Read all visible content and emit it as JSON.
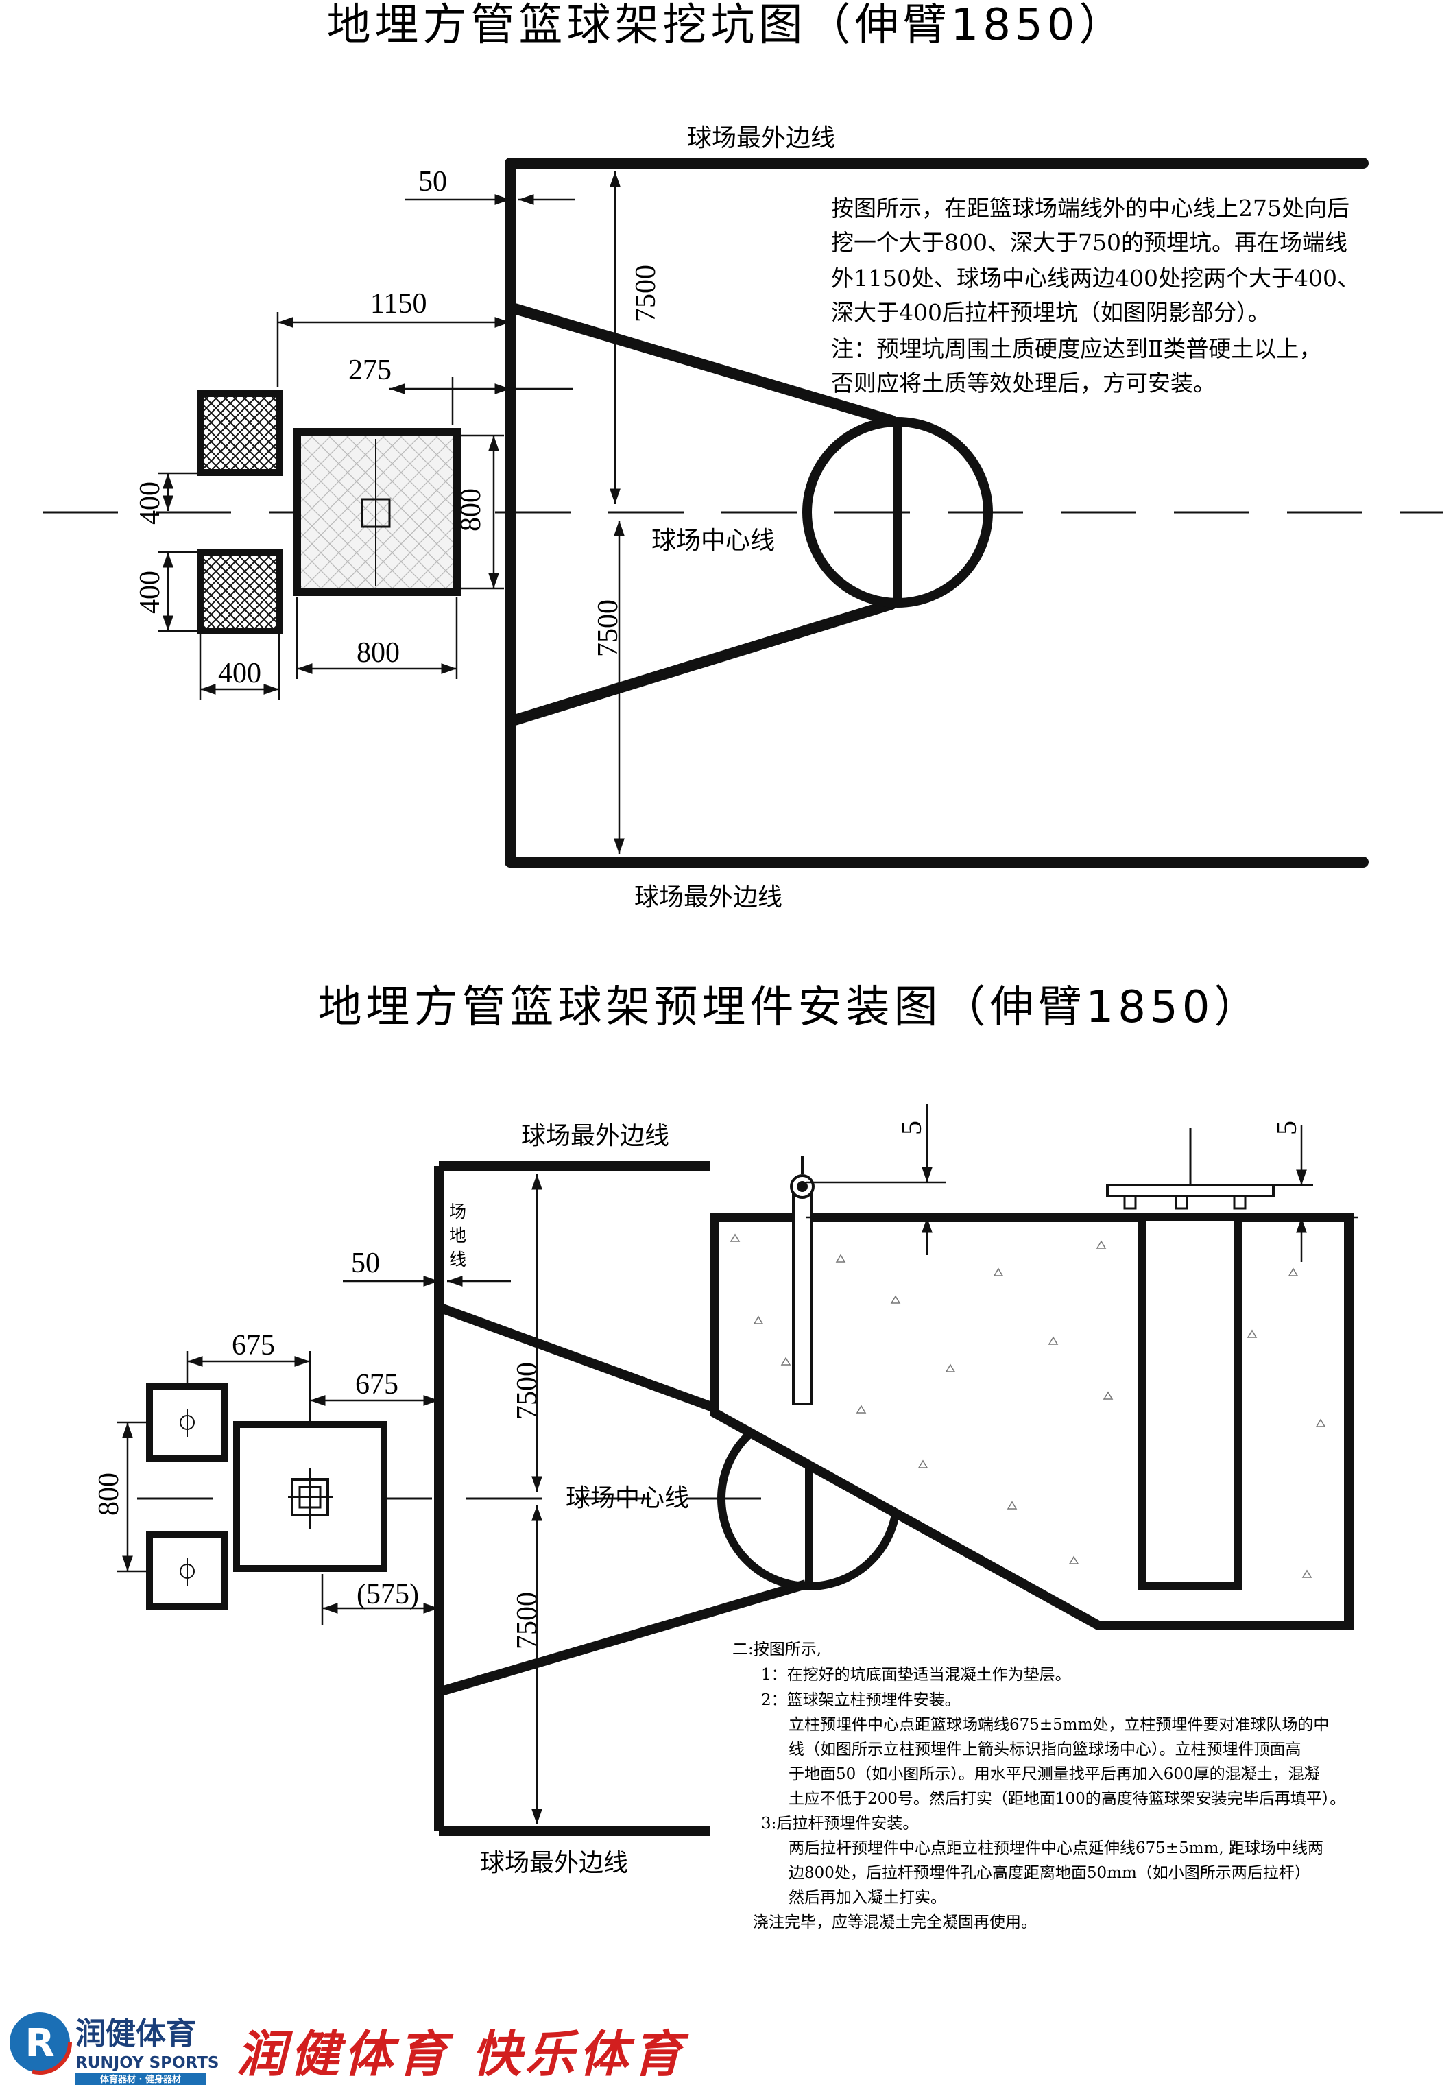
{
  "diagram1": {
    "title": "地埋方管篮球架挖坑图（伸臂1850）",
    "outer_line_top": "球场最外边线",
    "outer_line_bottom": "球场最外边线",
    "center_line": "球场中心线",
    "dims": {
      "d50": "50",
      "d1150": "1150",
      "d275": "275",
      "d7500_top": "7500",
      "d7500_bottom": "7500",
      "d800_v": "800",
      "d400_a": "400",
      "d400_b": "400",
      "d400_bottom": "400",
      "d800_bottom": "800"
    },
    "note_lines": [
      "按图所示，在距篮球场端线外的中心线上275处向后",
      "挖一个大于800、深大于750的预埋坑。再在场端线",
      "外1150处、球场中心线两边400处挖两个大于400、",
      "深大于400后拉杆预埋坑（如图阴影部分）。",
      "注：预埋坑周围土质硬度应达到Ⅱ类普硬土以上，",
      "否则应将土质等效处理后，方可安装。"
    ]
  },
  "diagram2": {
    "title": "地埋方管篮球架预埋件安装图（伸臂1850）",
    "outer_line_top": "球场最外边线",
    "outer_line_bottom": "球场最外边线",
    "center_line": "球场中心线",
    "field_line": [
      "场",
      "地",
      "线"
    ],
    "dims": {
      "d50": "50",
      "d675_a": "675",
      "d675_b": "675",
      "d800": "800",
      "d575": "(575)",
      "d7500_top": "7500",
      "d7500_bottom": "7500",
      "d5_left": "5",
      "d5_right": "5"
    },
    "note_lines": [
      "二:按图所示,",
      "1：在挖好的坑底面垫适当混凝土作为垫层。",
      "2：篮球架立柱预埋件安装。",
      "立柱预埋件中心点距篮球场端线675±5mm处，立柱预埋件要对准球队场的中",
      "线（如图所示立柱预埋件上箭头标识指向篮球场中心）。立柱预埋件顶面高",
      "于地面50（如小图所示）。用水平尺测量找平后再加入600厚的混凝土，混凝",
      "土应不低于200号。然后打实（距地面100的高度待篮球架安装完毕后再填平）。",
      "3:后拉杆预埋件安装。",
      "两后拉杆预埋件中心点距立柱预埋件中心点延伸线675±5mm, 距球场中线两",
      "边800处，后拉杆预埋件孔心高度距离地面50mm（如小图所示两后拉杆）",
      "然后再加入凝土打实。",
      "浇注完毕，应等混凝土完全凝固再使用。"
    ]
  },
  "footer": {
    "logo_mark": "R",
    "brand_cn": "润健体育",
    "brand_en": "RUNJOY SPORTS",
    "brand_sub": "体育器材 · 健身器材",
    "slogan": "润健体育 快乐体育",
    "colors": {
      "logo_blue": "#1b6fb5",
      "logo_red": "#d62a1e",
      "slogan_red": "#d21f1f"
    }
  }
}
